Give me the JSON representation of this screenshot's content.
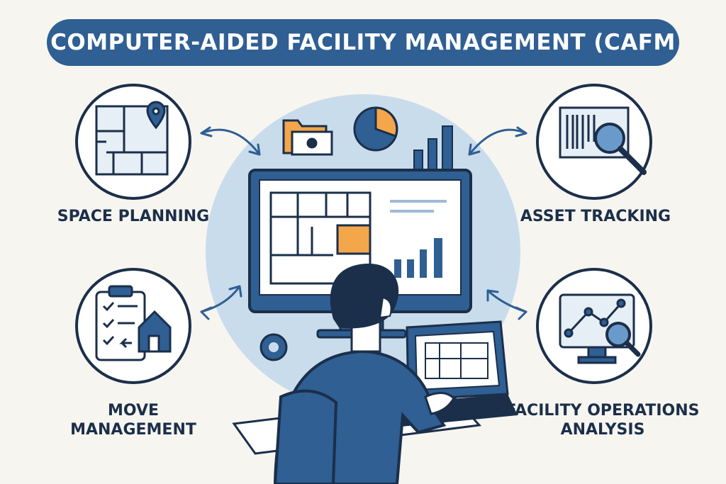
{
  "header": {
    "title": "COMPUTER-AIDED FACILITY MANAGEMENT (CAFM"
  },
  "features": {
    "space_planning": {
      "label": "SPACE PLANNING",
      "icon": "floor-plan-pin-icon"
    },
    "asset_tracking": {
      "label": "ASSET TRACKING",
      "icon": "barcode-magnifier-icon"
    },
    "move_management": {
      "line1": "MOVE",
      "line2": "MANAGEMENT",
      "icon": "checklist-house-icon"
    },
    "facility_operations": {
      "line1": "FACILITY OPERATIONS",
      "line2": "ANALYSIS",
      "icon": "monitor-chart-icon"
    }
  },
  "colors": {
    "navy": "#1b2f4a",
    "brand_blue": "#2f5f93",
    "light_blue": "#c9dcec",
    "accent_orange": "#f4a64a",
    "background": "#f7f5f0"
  }
}
